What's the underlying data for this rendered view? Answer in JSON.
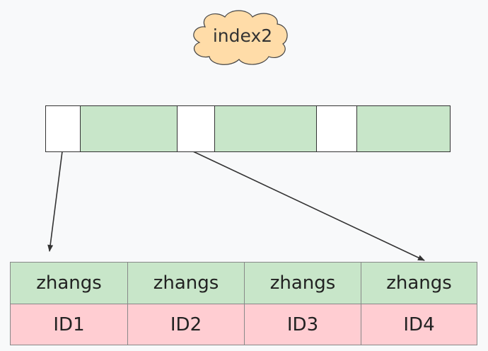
{
  "cloud": {
    "label": "index2",
    "color": "#ffdca8"
  },
  "index_cells": [
    "pointer",
    "key",
    "pointer",
    "key",
    "pointer",
    "key"
  ],
  "table": {
    "names": [
      "zhangs",
      "zhangs",
      "zhangs",
      "zhangs"
    ],
    "ids": [
      "ID1",
      "ID2",
      "ID3",
      "ID4"
    ]
  },
  "colors": {
    "green": "#c8e6c9",
    "pink": "#ffcdd2"
  }
}
